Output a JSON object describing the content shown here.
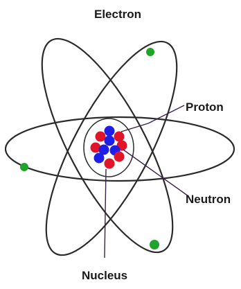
{
  "labels": {
    "electron": "Electron",
    "proton": "Proton",
    "neutron": "Neutron",
    "nucleus": "Nucleus"
  },
  "colors": {
    "orbit": "#2b2b2b",
    "electron": "#1fa32a",
    "proton": "#e0152a",
    "neutron": "#1e1ee6",
    "leader": "#3a1f4a"
  }
}
